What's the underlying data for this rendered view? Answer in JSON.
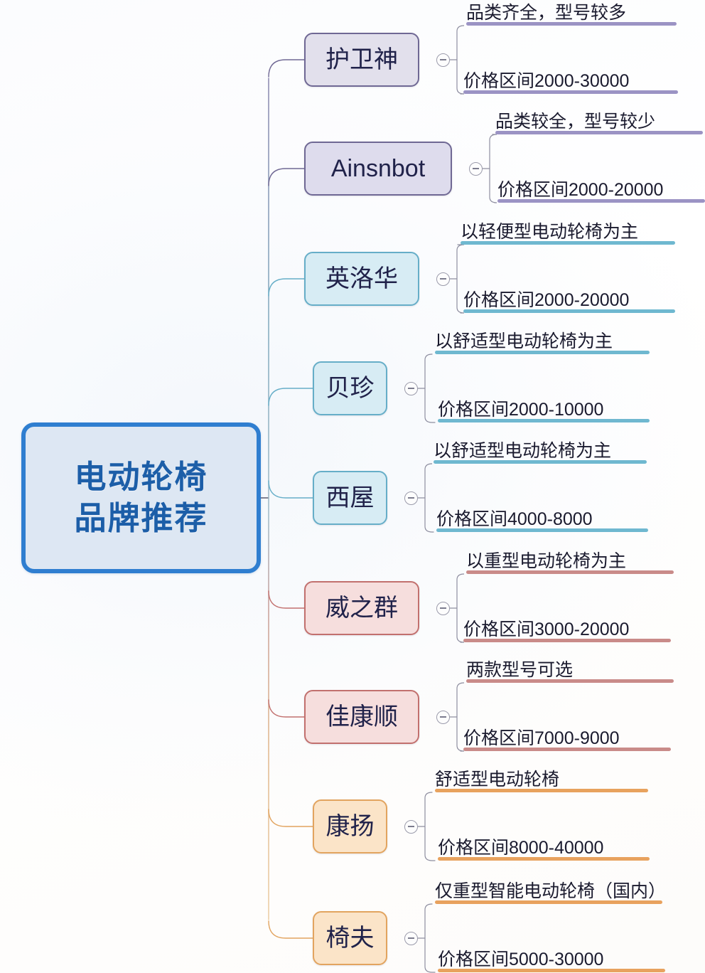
{
  "diagram": {
    "type": "mind-map",
    "title": "电动轮椅品牌推荐",
    "orientation": "left-to-right",
    "root": {
      "label": "电动轮椅\n品牌推荐",
      "fill": "#dde7f3",
      "border": "#2f7ed0",
      "text_color": "#1c5ea8"
    },
    "toggle_icon": "collapse-minus-icon",
    "branches": [
      {
        "brand": "护卫神",
        "feature": "品类齐全，型号较多",
        "price": "价格区间2000-30000",
        "fill": "#e2e0ec",
        "border": "#6f6894",
        "accent": "#9b93c4"
      },
      {
        "brand": "Ainsnbot",
        "feature": "品类较全，型号较少",
        "price": "价格区间2000-20000",
        "fill": "#dedced",
        "border": "#6f6894",
        "accent": "#9b93c4"
      },
      {
        "brand": "英洛华",
        "feature": "以轻便型电动轮椅为主",
        "price": "价格区间2000-20000",
        "fill": "#d7ecf4",
        "border": "#66aec8",
        "accent": "#6fb8d0"
      },
      {
        "brand": "贝珍",
        "feature": "以舒适型电动轮椅为主",
        "price": "价格区间2000-10000",
        "fill": "#d7ecf4",
        "border": "#66aec8",
        "accent": "#6fb8d0"
      },
      {
        "brand": "西屋",
        "feature": "以舒适型电动轮椅为主",
        "price": "价格区间4000-8000",
        "fill": "#d7ecf4",
        "border": "#66aec8",
        "accent": "#6fb8d0"
      },
      {
        "brand": "威之群",
        "feature": "以重型电动轮椅为主",
        "price": "价格区间3000-20000",
        "fill": "#f6dedd",
        "border": "#c2706e",
        "accent": "#c98b89"
      },
      {
        "brand": "佳康顺",
        "feature": "两款型号可选",
        "price": "价格区间7000-9000",
        "fill": "#f6dedd",
        "border": "#c2706e",
        "accent": "#c98b89"
      },
      {
        "brand": "康扬",
        "feature": "舒适型电动轮椅",
        "price": "价格区间8000-40000",
        "fill": "#fbe4c8",
        "border": "#e2a45f",
        "accent": "#e8a25e"
      },
      {
        "brand": "椅夫",
        "feature": "仅重型智能电动轮椅（国内）",
        "price": "价格区间5000-30000",
        "fill": "#fbe4c8",
        "border": "#e2a45f",
        "accent": "#e8a25e"
      }
    ]
  }
}
